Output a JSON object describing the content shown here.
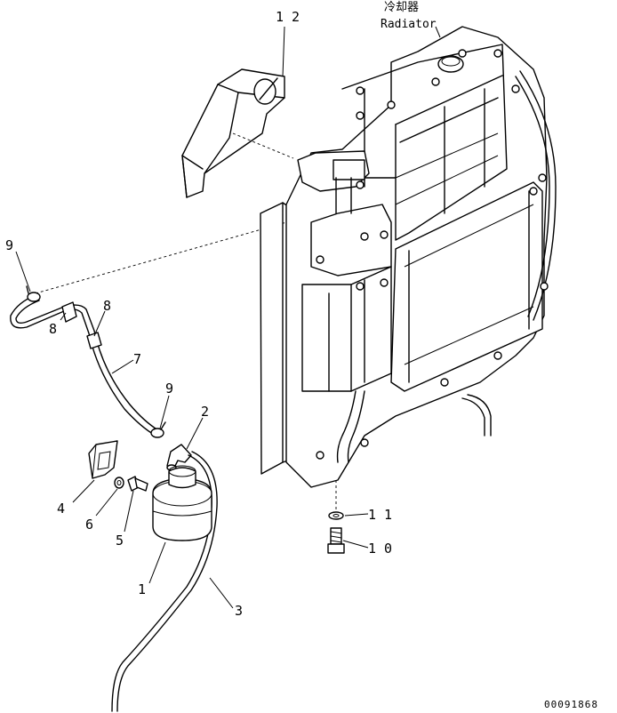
{
  "assembly": {
    "title_jp": "冷却器",
    "title_en": "Radiator"
  },
  "callouts": [
    {
      "id": "1",
      "text": "1"
    },
    {
      "id": "2",
      "text": "2"
    },
    {
      "id": "3",
      "text": "3"
    },
    {
      "id": "4",
      "text": "4"
    },
    {
      "id": "5",
      "text": "5"
    },
    {
      "id": "6",
      "text": "6"
    },
    {
      "id": "7",
      "text": "7"
    },
    {
      "id": "8a",
      "text": "8"
    },
    {
      "id": "8b",
      "text": "8"
    },
    {
      "id": "9a",
      "text": "9"
    },
    {
      "id": "9b",
      "text": "9"
    },
    {
      "id": "10",
      "text": "1 0"
    },
    {
      "id": "11",
      "text": "1 1"
    },
    {
      "id": "12",
      "text": "1 2"
    }
  ],
  "drawing_code": "00091868"
}
